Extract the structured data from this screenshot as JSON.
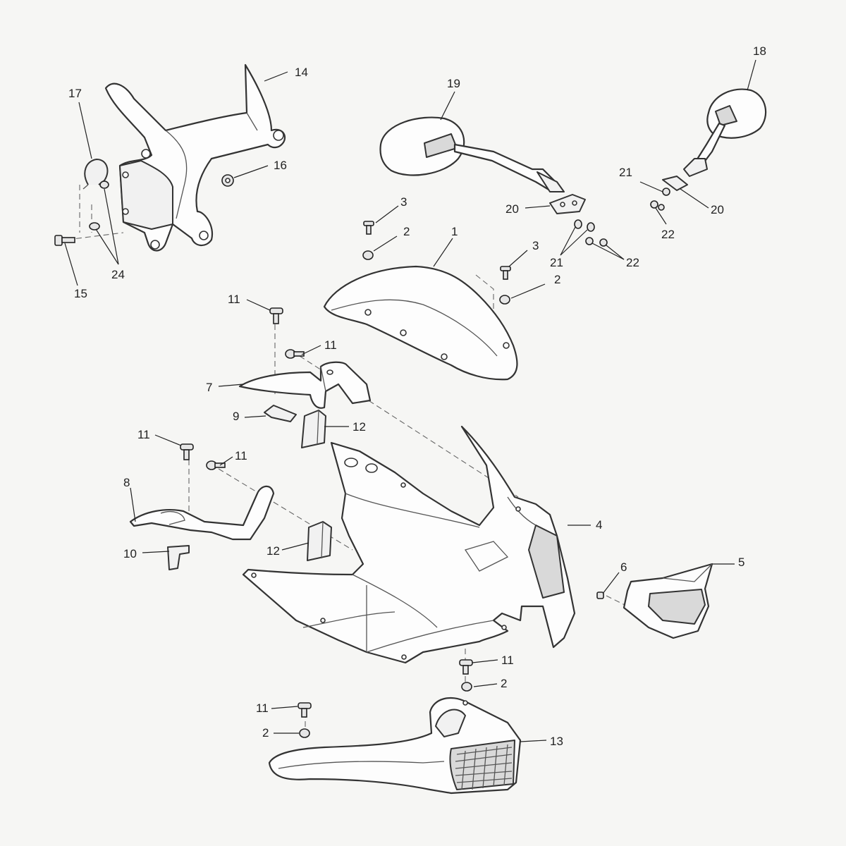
{
  "callouts": [
    {
      "id": "c1",
      "label": "1"
    },
    {
      "id": "c2a",
      "label": "2"
    },
    {
      "id": "c2b",
      "label": "2"
    },
    {
      "id": "c2c",
      "label": "2"
    },
    {
      "id": "c2d",
      "label": "2"
    },
    {
      "id": "c3a",
      "label": "3"
    },
    {
      "id": "c3b",
      "label": "3"
    },
    {
      "id": "c4",
      "label": "4"
    },
    {
      "id": "c5",
      "label": "5"
    },
    {
      "id": "c6",
      "label": "6"
    },
    {
      "id": "c7",
      "label": "7"
    },
    {
      "id": "c8",
      "label": "8"
    },
    {
      "id": "c9",
      "label": "9"
    },
    {
      "id": "c10",
      "label": "10"
    },
    {
      "id": "c11a",
      "label": "11"
    },
    {
      "id": "c11b",
      "label": "11"
    },
    {
      "id": "c11c",
      "label": "11"
    },
    {
      "id": "c11d",
      "label": "11"
    },
    {
      "id": "c11e",
      "label": "11"
    },
    {
      "id": "c11f",
      "label": "11"
    },
    {
      "id": "c12a",
      "label": "12"
    },
    {
      "id": "c12b",
      "label": "12"
    },
    {
      "id": "c13",
      "label": "13"
    },
    {
      "id": "c14",
      "label": "14"
    },
    {
      "id": "c15",
      "label": "15"
    },
    {
      "id": "c16",
      "label": "16"
    },
    {
      "id": "c17",
      "label": "17"
    },
    {
      "id": "c18",
      "label": "18"
    },
    {
      "id": "c19",
      "label": "19"
    },
    {
      "id": "c20a",
      "label": "20"
    },
    {
      "id": "c20b",
      "label": "20"
    },
    {
      "id": "c21a",
      "label": "21"
    },
    {
      "id": "c21b",
      "label": "21"
    },
    {
      "id": "c22a",
      "label": "22"
    },
    {
      "id": "c22b",
      "label": "22"
    },
    {
      "id": "c24",
      "label": "24"
    }
  ]
}
